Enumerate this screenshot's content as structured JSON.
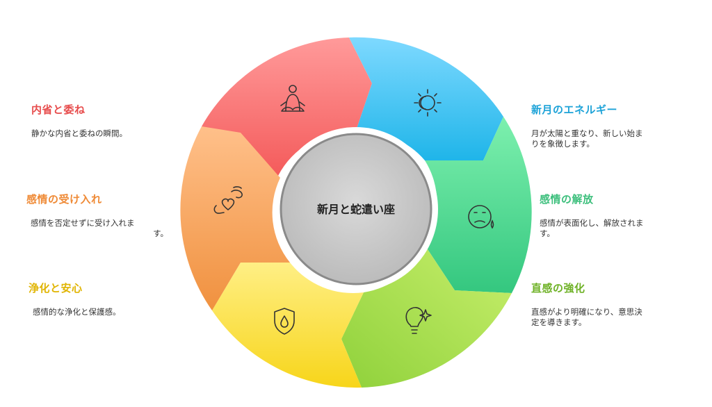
{
  "center": {
    "title": "新月と蛇遣い座"
  },
  "colors": {
    "red": "#f45b5b",
    "blue": "#1fb5e9",
    "green": "#4ccf8a",
    "lime": "#8fd13b",
    "yellow": "#f5cd17",
    "orange": "#f0913f"
  },
  "segments": [
    {
      "id": "reflection",
      "title": "内省と委ね",
      "desc": "静かな内省と委ねの瞬間。",
      "icon": "meditation-icon",
      "color": "#e85555"
    },
    {
      "id": "new-moon-energy",
      "title": "新月のエネルギー",
      "desc": "月が太陽と重なり、新しい始まりを象徴します。",
      "desc_lines": [
        "月が太陽と重なり、新しい始ま",
        "りを象徴します。"
      ],
      "icon": "sun-moon-icon",
      "color": "#1ea3d8"
    },
    {
      "id": "emotion-release",
      "title": "感情の解放",
      "desc_lines": [
        "感情が表面化し、解放されま",
        "す。"
      ],
      "icon": "crying-face-icon",
      "color": "#3cbf7c"
    },
    {
      "id": "intuition",
      "title": "直感の強化",
      "desc_lines": [
        "直感がより明確になり、意思決",
        "定を導きます。"
      ],
      "icon": "lightbulb-sparkle-icon",
      "color": "#6fb227"
    },
    {
      "id": "purification",
      "title": "浄化と安心",
      "desc": "感情的な浄化と保護感。",
      "icon": "shield-drop-icon",
      "color": "#e6b800"
    },
    {
      "id": "acceptance",
      "title": "感情の受け入れ",
      "desc_lines": [
        "感情を否定せずに受け入れま",
        "す。"
      ],
      "icon": "hands-heart-icon",
      "color": "#ef8a36"
    }
  ]
}
